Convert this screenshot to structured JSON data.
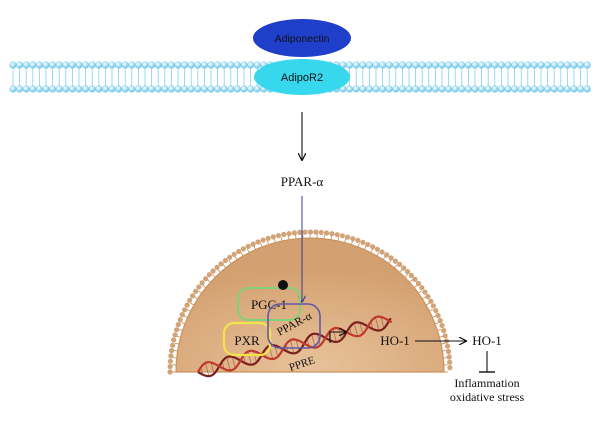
{
  "diagram": {
    "ligand": {
      "label": "Adiponectin"
    },
    "receptor": {
      "label": "AdipoR2"
    },
    "cytoplasm_factor": {
      "label": "PPAR-α"
    },
    "nuclear_complex": {
      "coactivator": "PGC-1",
      "phospho_mark": "P",
      "partner": "PXR",
      "receptor": "PPAR-α",
      "element": "PPRE"
    },
    "gene": {
      "label": "HO-1"
    },
    "protein": {
      "label": "HO-1"
    },
    "effects": {
      "line1": "Inflammation",
      "line2": "oxidative stress"
    }
  },
  "colors": {
    "ligand": "#1f3ec9",
    "receptor": "#37d8ee",
    "membrane": "#7fd3ee",
    "nucleus": "#d9a97a",
    "nucleus_rim": "#c9935e",
    "dna_dark": "#7a1f1f",
    "dna_light": "#c0392b",
    "pgc1_outline": "#7ed37a",
    "pxr_outline": "#f1e44a",
    "ppar_outline": "#5f5aa8",
    "pathway_line": "#3b3a8f",
    "arrow": "#111111"
  }
}
